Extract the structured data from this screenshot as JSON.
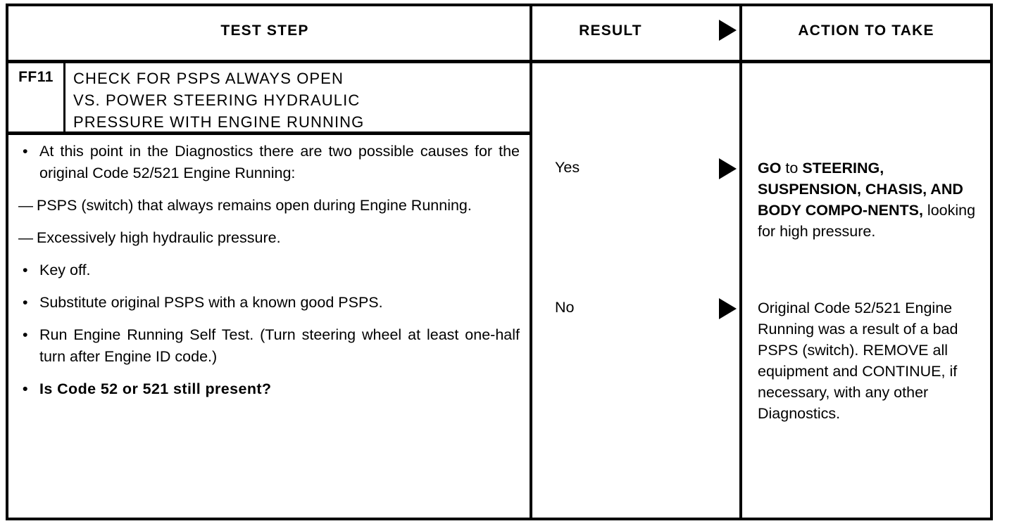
{
  "document": {
    "kind": "diagnostic-test-step-table",
    "headers": {
      "test_step": "TEST STEP",
      "result": "RESULT",
      "action_to_take": "ACTION TO TAKE",
      "arrow_icon": "right-triangle-arrow-icon"
    }
  },
  "step": {
    "number": "FF11",
    "title_lines": [
      "CHECK FOR PSPS ALWAYS OPEN",
      "VS. POWER STEERING HYDRAULIC",
      "PRESSURE WITH ENGINE RUNNING"
    ],
    "items": [
      {
        "marker": "•",
        "marker_kind": "bullet",
        "bold": false,
        "text": "At this point in the Diagnostics there are two possible causes for the original Code 52/521 Engine Running:"
      },
      {
        "marker": "—",
        "marker_kind": "dash",
        "bold": false,
        "text": "PSPS (switch) that always remains open during Engine Running."
      },
      {
        "marker": "—",
        "marker_kind": "dash",
        "bold": false,
        "text": "Excessively high hydraulic pressure."
      },
      {
        "marker": "•",
        "marker_kind": "bullet",
        "bold": false,
        "text": "Key off."
      },
      {
        "marker": "•",
        "marker_kind": "bullet",
        "bold": false,
        "text": "Substitute original PSPS with a known good PSPS."
      },
      {
        "marker": "•",
        "marker_kind": "bullet",
        "bold": false,
        "text": "Run Engine Running Self Test. (Turn steering wheel at least one-half turn after Engine ID code.)"
      },
      {
        "marker": "•",
        "marker_kind": "bullet",
        "bold": true,
        "text": "Is Code 52 or 521 still present?"
      }
    ]
  },
  "branches": {
    "yes": {
      "result_label": "Yes",
      "arrow_icon": "right-triangle-arrow-icon",
      "action_fragments": [
        {
          "text": "GO ",
          "bold": true
        },
        {
          "text": "to ",
          "bold": false
        },
        {
          "text": "STEERING, SUSPENSION, CHASIS, AND BODY COMPO-NENTS,",
          "bold": true
        },
        {
          "text": " looking for high pressure.",
          "bold": false
        }
      ],
      "action_plain": "GO to STEERING, SUSPENSION, CHASIS, AND BODY COMPO-NENTS, looking for high pressure."
    },
    "no": {
      "result_label": "No",
      "arrow_icon": "right-triangle-arrow-icon",
      "action_fragments": [
        {
          "text": "Original Code 52/521 Engine Running was a result of a bad PSPS (switch). REMOVE all equipment and CONTINUE, if necessary, with any other Diagnostics.",
          "bold": false
        }
      ],
      "action_plain": "Original Code 52/521 Engine Running was a result of a bad PSPS (switch). REMOVE all equipment and CONTINUE, if necessary, with any other Diagnostics."
    }
  },
  "colors": {
    "ink": "#000000",
    "paper": "#ffffff"
  }
}
